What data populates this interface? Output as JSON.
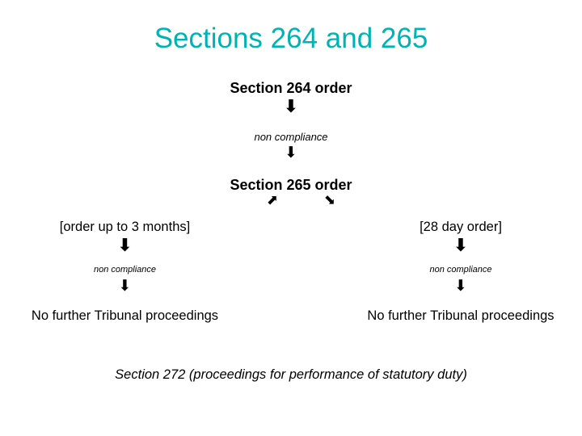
{
  "slide": {
    "title": "Sections 264 and 265",
    "title_color": "#00b3b3",
    "background": "#ffffff",
    "text_color": "#000000"
  },
  "flow": {
    "section_264_order": "Section 264 order",
    "non_compliance_1": "non compliance",
    "section_265_order": "Section 265 order",
    "left_branch_label": "[order up to 3 months]",
    "right_branch_label": "[28 day order]",
    "non_compliance_left": "non compliance",
    "non_compliance_right": "non compliance",
    "no_further_left": "No further Tribunal proceedings",
    "no_further_right": "No further Tribunal proceedings"
  },
  "arrows": {
    "down_thick": "⬇",
    "down": "⬇",
    "diag_left": "⬈",
    "diag_right": "⬊"
  },
  "footer": {
    "text": "Section 272 (proceedings for performance of statutory duty)"
  }
}
